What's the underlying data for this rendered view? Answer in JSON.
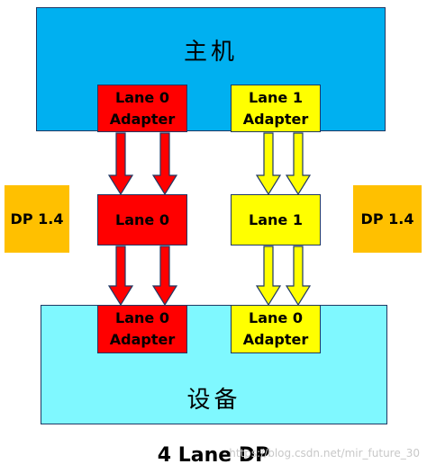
{
  "host": {
    "label": "主机"
  },
  "device": {
    "label": "设备"
  },
  "host_adapters": [
    {
      "line1": "Lane 0",
      "line2": "Adapter",
      "color": "#ff0000"
    },
    {
      "line1": "Lane 1",
      "line2": "Adapter",
      "color": "#ffff00"
    }
  ],
  "lanes": [
    {
      "label": "Lane 0",
      "color": "#ff0000"
    },
    {
      "label": "Lane 1",
      "color": "#ffff00"
    }
  ],
  "device_adapters": [
    {
      "line1": "Lane 0",
      "line2": "Adapter",
      "color": "#ff0000"
    },
    {
      "line1": "Lane 0",
      "line2": "Adapter",
      "color": "#ffff00"
    }
  ],
  "side_labels": {
    "left": "DP 1.4",
    "right": "DP 1.4",
    "color": "#ffc000"
  },
  "caption": "4 Lane DP",
  "watermark": "https://blog.csdn.net/mir_future_30"
}
